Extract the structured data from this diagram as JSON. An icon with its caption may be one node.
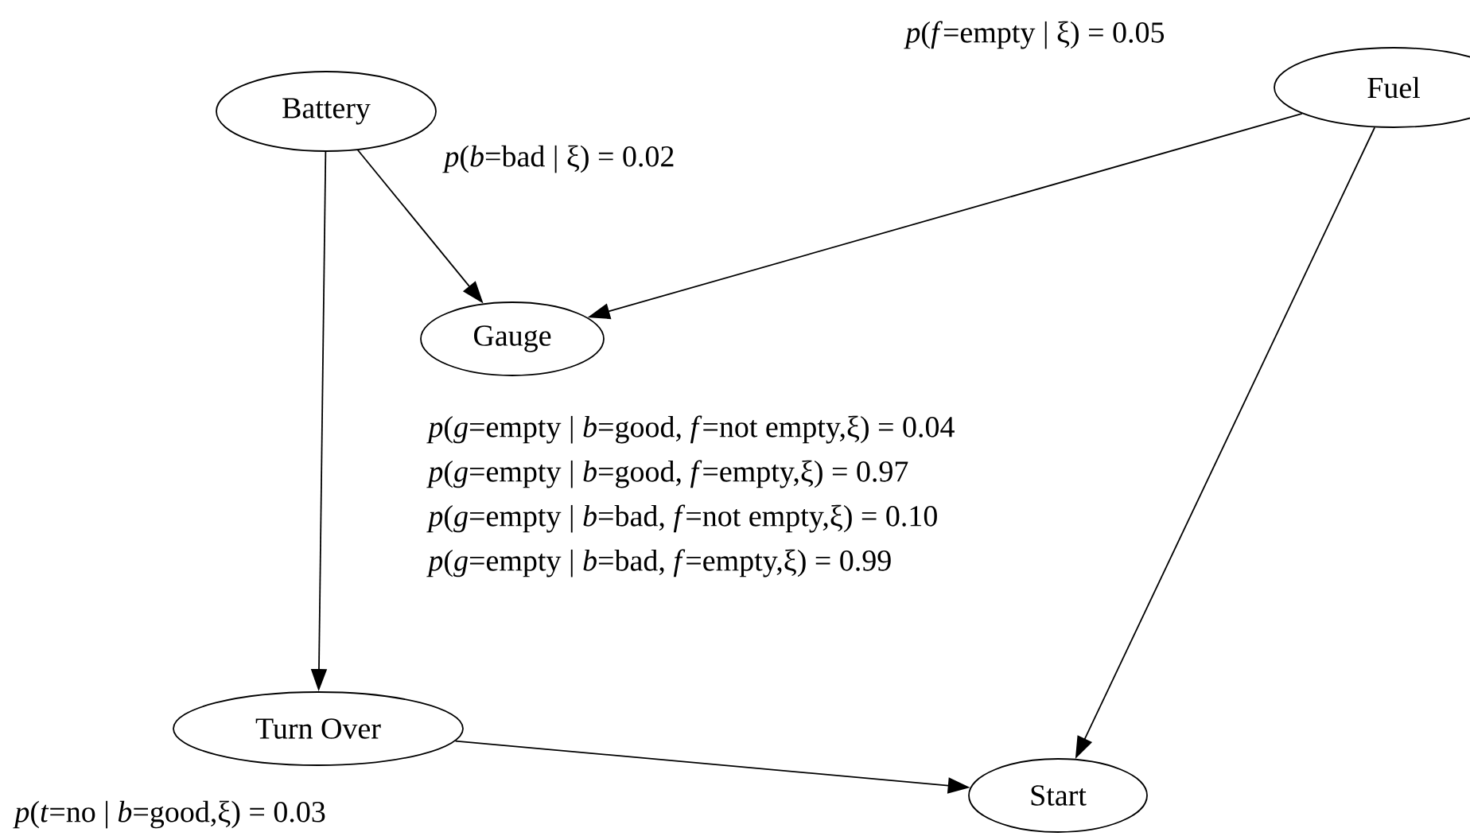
{
  "diagram": {
    "nodes": [
      {
        "text": [
          "Battery"
        ],
        "beside": [
          "*p*(*b*=bad | ξ) = 0.02"
        ]
      },
      {
        "text": [
          "Fuel"
        ],
        "beside": [
          "*p*(*f*=empty | ξ) = 0.05"
        ]
      },
      {
        "text": [
          "Gauge"
        ],
        "beside": [
          "*p*(*g*=empty | *b*=good, *f*=not empty,ξ) = 0.04",
          "*p*(*g*=empty | *b*=good, *f*=empty,ξ) = 0.97",
          "*p*(*g*=empty | *b*=bad, *f*=not empty,ξ) = 0.10",
          "*p*(*g*=empty | *b*=bad, *f*=empty,ξ) = 0.99"
        ]
      },
      {
        "text": [
          "Turn Over"
        ],
        "beside": [
          "*p*(*t*=no | *b*=good,ξ) = 0.03"
        ]
      },
      {
        "text": [
          "Start"
        ]
      }
    ],
    "edges": [
      {
        "from": 0,
        "to": 2,
        "arrow": "to"
      },
      {
        "from": 1,
        "to": 2,
        "arrow": "to"
      },
      {
        "from": 0,
        "to": 3,
        "arrow": "to"
      },
      {
        "from": 1,
        "to": 4,
        "arrow": "to"
      },
      {
        "from": 3,
        "to": 4,
        "arrow": "to"
      }
    ]
  }
}
